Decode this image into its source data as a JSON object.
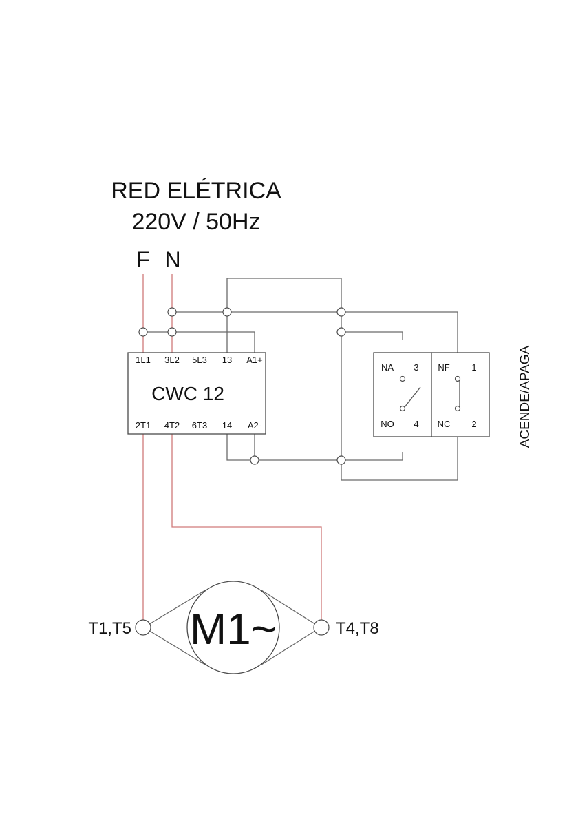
{
  "title": {
    "line1": "RED ELÉTRICA",
    "line2": "220V / 50Hz"
  },
  "supply": {
    "phase": "F",
    "neutral": "N"
  },
  "contactor": {
    "model": "CWC 12",
    "top_terminals": [
      "1L1",
      "3L2",
      "5L3",
      "13",
      "A1+"
    ],
    "bottom_terminals": [
      "2T1",
      "4T2",
      "6T3",
      "14",
      "A2-"
    ]
  },
  "pushbutton": {
    "caption": "ACENDE/APAGA",
    "na": "NA",
    "na_top_num": "3",
    "no": "NO",
    "na_bottom_num": "4",
    "nf": "NF",
    "nf_top_num": "1",
    "nc": "NC",
    "nf_bottom_num": "2"
  },
  "motor": {
    "label": "M1~",
    "terminal_left": "T1,T5",
    "terminal_right": "T4,T8"
  },
  "colors": {
    "power_wire": "#d07a7a",
    "control_wire": "#6a6a6a"
  }
}
